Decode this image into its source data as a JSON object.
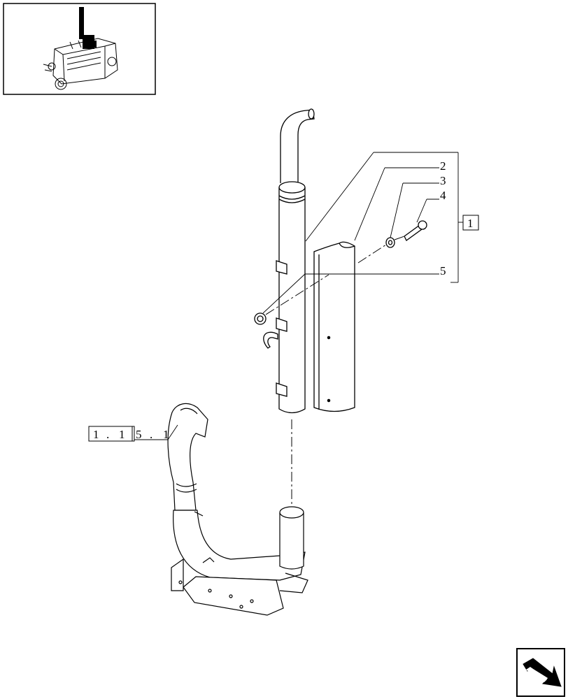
{
  "diagram": {
    "callouts": [
      {
        "id": "c2",
        "text": "2"
      },
      {
        "id": "c3",
        "text": "3"
      },
      {
        "id": "c4",
        "text": "4"
      },
      {
        "id": "c5",
        "text": "5"
      }
    ],
    "group_box_label": "1",
    "cross_reference": [
      "1",
      ".",
      "1",
      "5",
      ".",
      "1"
    ]
  },
  "icons": {
    "thumbnail": "engine-location-thumbnail",
    "nav": "next-page-arrow-icon"
  }
}
